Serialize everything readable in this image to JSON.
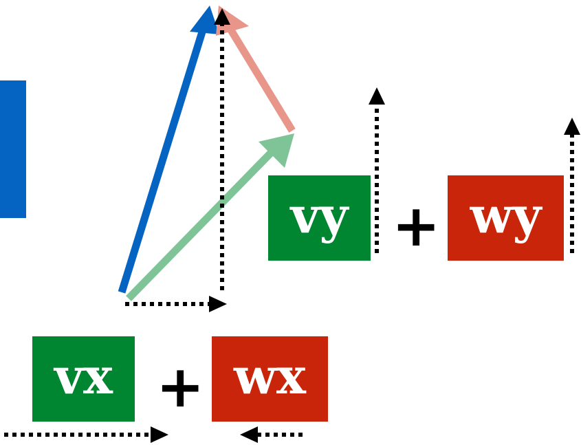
{
  "colors": {
    "v": "#0563c1",
    "v_arrow": "#0563c1",
    "w_arrow": "#e8958a",
    "v_comp_arrow": "#7fc497",
    "box_green": "#008530",
    "box_red": "#c8250a",
    "dotted": "#000000"
  },
  "labels": {
    "vy": "vy",
    "wy": "wy",
    "vx": "vx",
    "wx": "wx",
    "plus": "+"
  }
}
